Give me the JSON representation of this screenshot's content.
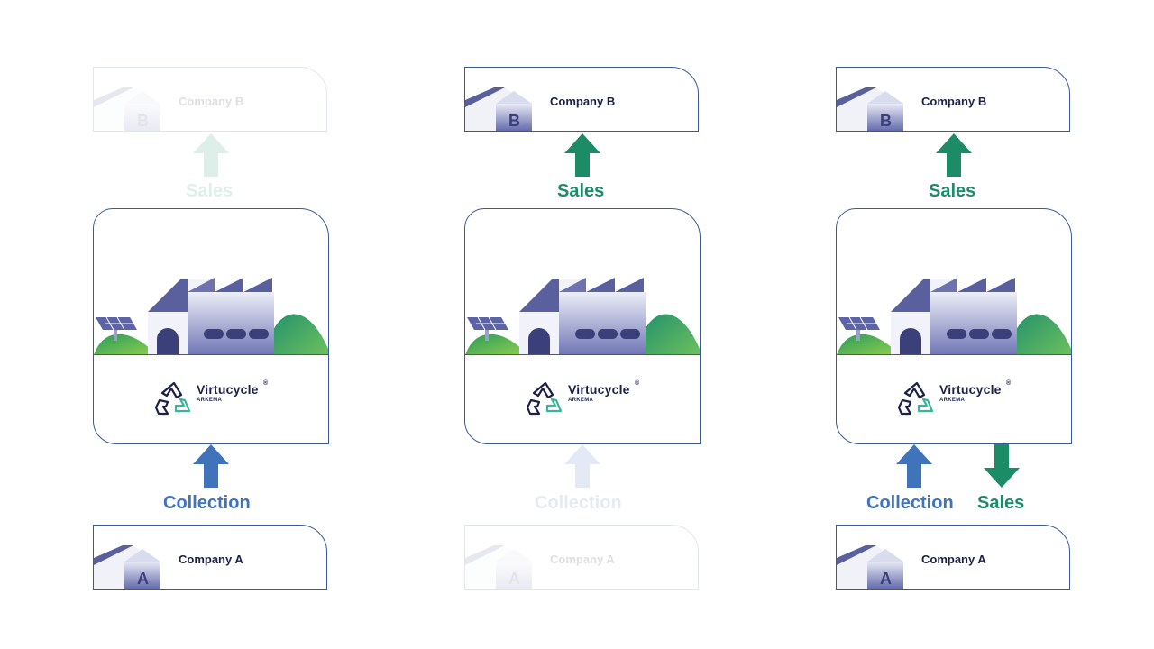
{
  "panels": [
    {
      "company_b": "Company B",
      "company_b_letter": "B",
      "sales_label": "Sales",
      "collection_label": "Collection",
      "company_a": "Company A",
      "company_a_letter": "A",
      "brand_name": "Virtucycle",
      "brand_mark": "®",
      "brand_sub": "ARKEMA",
      "state": {
        "sales_active": false,
        "collection_active": true,
        "sales_down_shown": false
      }
    },
    {
      "company_b": "Company B",
      "company_b_letter": "B",
      "sales_label": "Sales",
      "collection_label": "Collection",
      "company_a": "Company A",
      "company_a_letter": "A",
      "brand_name": "Virtucycle",
      "brand_mark": "®",
      "brand_sub": "ARKEMA",
      "state": {
        "sales_active": true,
        "collection_active": false,
        "sales_down_shown": false
      }
    },
    {
      "company_b": "Company B",
      "company_b_letter": "B",
      "sales_label": "Sales",
      "collection_label": "Collection",
      "sales_down_label": "Sales",
      "company_a": "Company A",
      "company_a_letter": "A",
      "brand_name": "Virtucycle",
      "brand_mark": "®",
      "brand_sub": "ARKEMA",
      "state": {
        "sales_active": true,
        "collection_active": true,
        "sales_down_shown": true
      }
    }
  ],
  "colors": {
    "sales_green": "#1b8c66",
    "collection_blue": "#3f74bb",
    "border_navy": "#3a5a96",
    "text_navy": "#1d2147"
  },
  "icons": [
    "house-icon",
    "factory-icon",
    "solar-panel-icon",
    "recycle-icon",
    "arrow-up-icon",
    "arrow-down-icon"
  ]
}
